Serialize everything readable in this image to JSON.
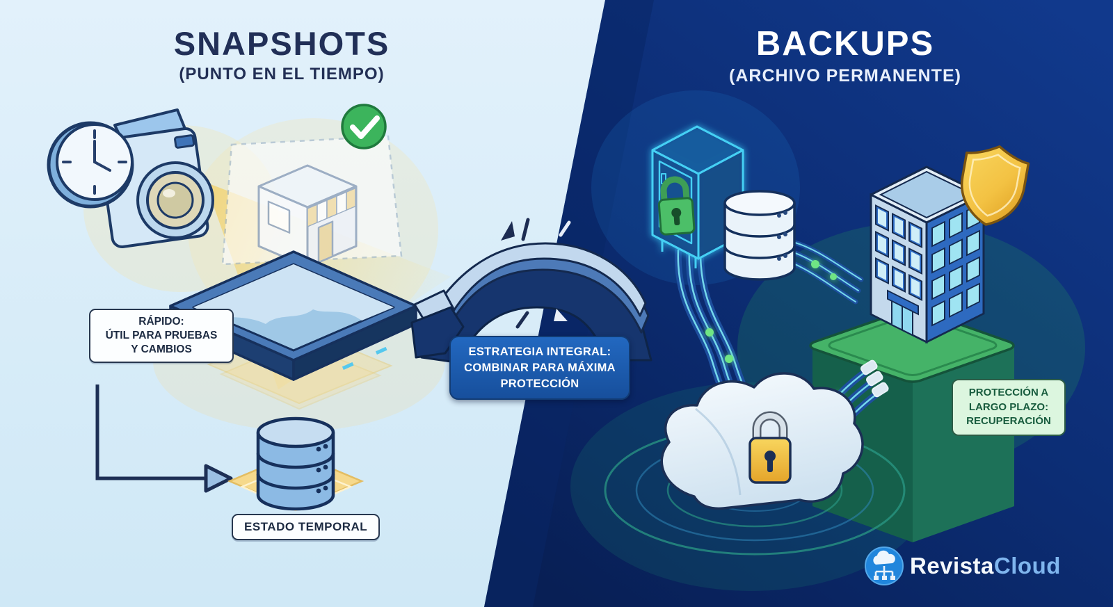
{
  "left_panel": {
    "title": "SNAPSHOTS",
    "subtitle": "(PUNTO EN EL TIEMPO)",
    "fast_label": "RÁPIDO:\nÚTIL PARA PRUEBAS\nY CAMBIOS",
    "temp_state_label": "ESTADO TEMPORAL",
    "icons": [
      "clock-camera-icon",
      "projection-beam-icon",
      "hologram-store-icon",
      "check-badge-icon",
      "snapshot-platform-icon",
      "database-icon",
      "corner-arrow-icon"
    ]
  },
  "center": {
    "strategy_label": "ESTRATEGIA INTEGRAL:\nCOMBINAR PARA MÁXIMA\nPROTECCIÓN",
    "icons": [
      "bridge-icon",
      "sparkle-icons"
    ]
  },
  "right_panel": {
    "title": "BACKUPS",
    "subtitle": "(ARCHIVO PERMANENTE)",
    "protection_label": "PROTECCIÓN A\nLARGO PLAZO:\nRECUPERACIÓN",
    "icons": [
      "vault-icon",
      "green-padlock-icon",
      "database-icon",
      "data-cables-icon",
      "building-icon",
      "shield-icon",
      "platform-pedestal-icon",
      "cloud-icon",
      "gold-padlock-icon",
      "signal-rings-icon"
    ]
  },
  "footer": {
    "logo_icon": "cloud-network-icon",
    "brand_primary": "Revista",
    "brand_secondary": "Cloud"
  },
  "colors": {
    "light_background": "#dceef8",
    "dark_background": "#0b2c72",
    "title_navy": "#212f57",
    "strategy_box_blue": "#1d5fb2",
    "protection_green_bg": "#dcf6df",
    "protection_green_text": "#185c3e",
    "check_green": "#3cb45c",
    "shield_gold": "#eeb33c",
    "neon_cyan": "#45d0f4",
    "platform_green": "#45b368",
    "cable_blue": "#1d4f9e",
    "brand_blue": "#7fb5ee"
  }
}
